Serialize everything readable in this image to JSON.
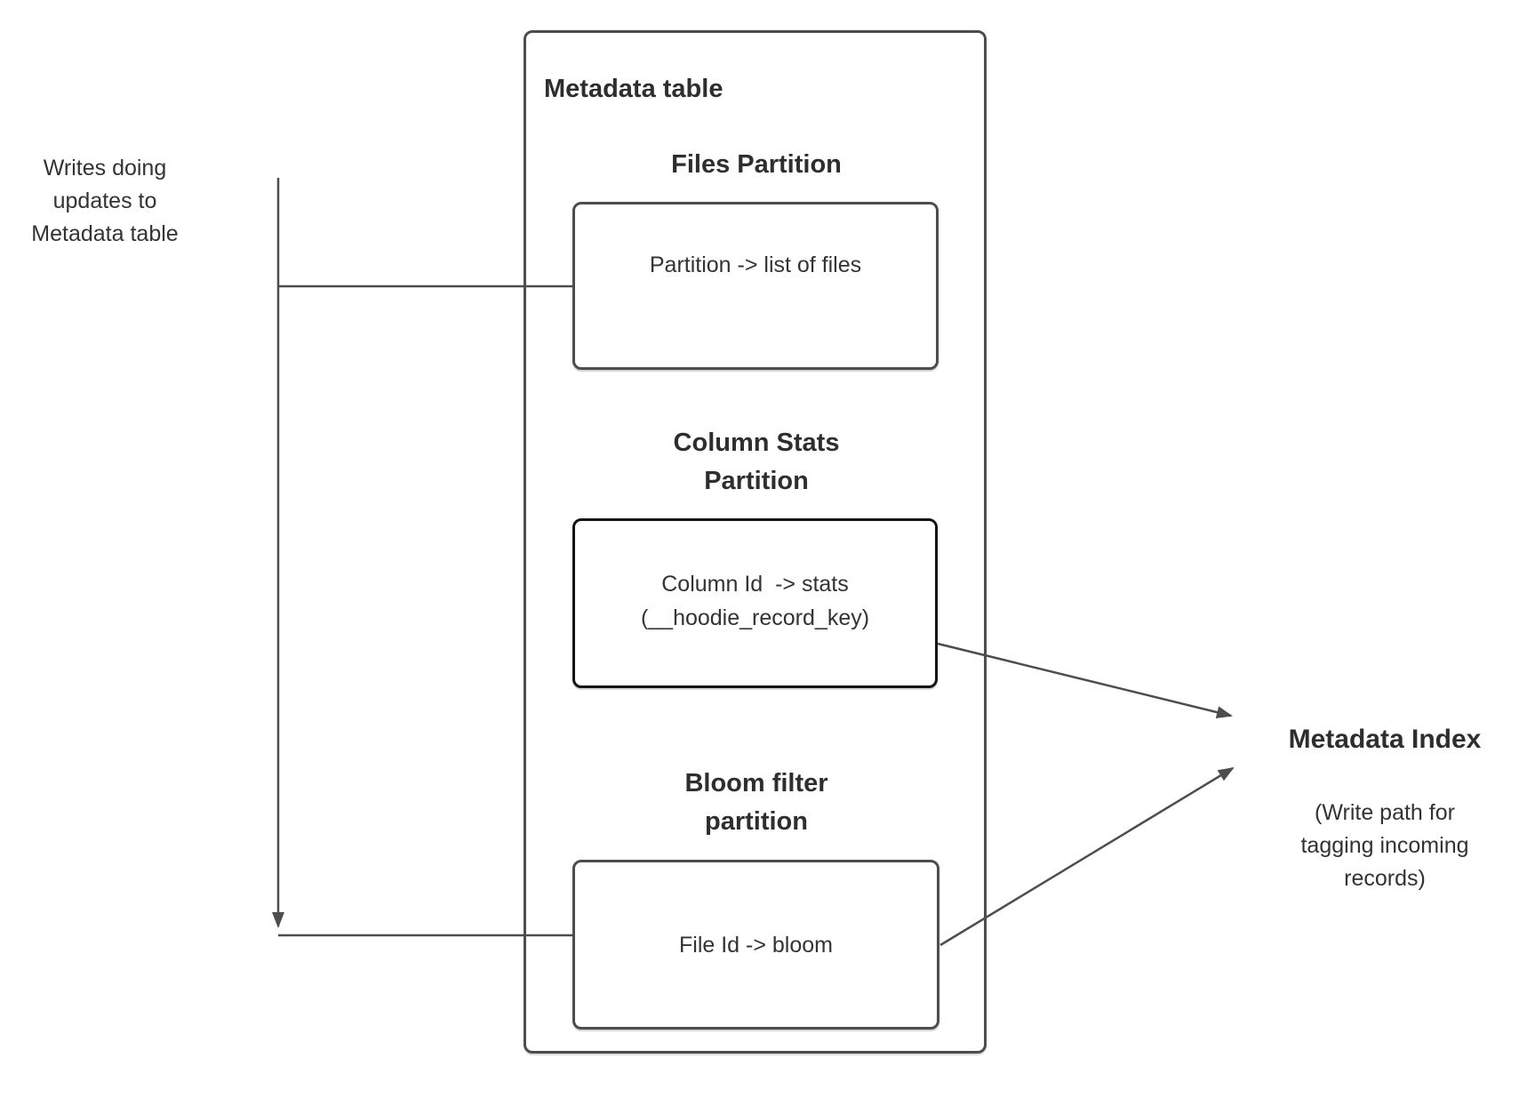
{
  "colors": {
    "background": "#ffffff",
    "line": "#4d4d4d",
    "box_border": "#4d4d4d",
    "stats_box_border": "#141414",
    "text": "#333333"
  },
  "writes_note": {
    "text": "Writes doing updates to Metadata table"
  },
  "metadata_table": {
    "title": "Metadata table",
    "files_partition": {
      "heading": "Files Partition",
      "mapping": "Partition -> list of files"
    },
    "column_stats_partition": {
      "heading": "Column Stats Partition",
      "mapping": "Column Id  -> stats",
      "mapping_detail": "(__hoodie_record_key)"
    },
    "bloom_filter_partition": {
      "heading": "Bloom filter partition",
      "mapping": "File Id -> bloom"
    }
  },
  "metadata_index": {
    "title": "Metadata Index",
    "note": "(Write path for tagging incoming records)"
  },
  "connectors": [
    {
      "name": "writes-updates-down-arrow",
      "from": "writes-note",
      "to": "bloom-filter-box"
    },
    {
      "name": "writes-branch-to-files-line",
      "from": "writes-updates-down-arrow",
      "to": "files-partition-box"
    },
    {
      "name": "column-stats-to-metadata-index-arrow",
      "from": "column-stats-box",
      "to": "metadata-index"
    },
    {
      "name": "bloom-filter-to-metadata-index-arrow",
      "from": "bloom-filter-box",
      "to": "metadata-index"
    }
  ]
}
